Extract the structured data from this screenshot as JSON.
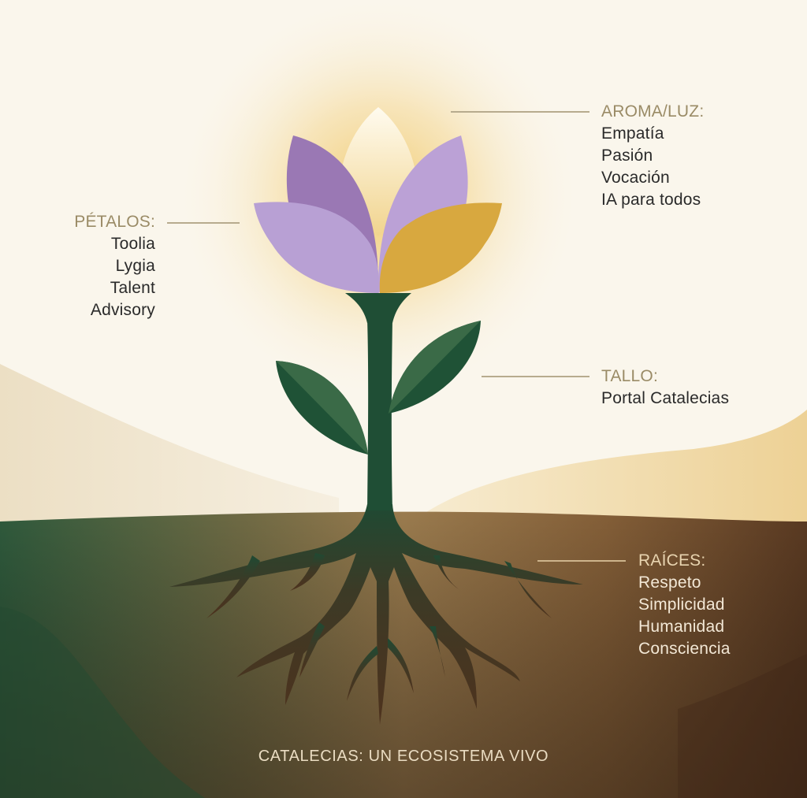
{
  "diagram": {
    "title": "CATALECIAS: UN ECOSISTEMA VIVO",
    "colors": {
      "background": "#faf6ec",
      "glow": "#f3d38a",
      "petal_dark_purple": "#9a78b4",
      "petal_light_purple": "#b9a1d4",
      "petal_gold": "#d8a83f",
      "bud_center": "#fdf7e3",
      "stem_green": "#1f4e35",
      "leaf_light": "#3f6e4a",
      "soil_brown": "#8a6a42",
      "soil_dark": "#4a2f1c",
      "label_title": "#9a8b66",
      "label_text": "#2a2a2a"
    },
    "sections": {
      "aroma": {
        "title": "AROMA/LUZ:",
        "items": [
          "Empatía",
          "Pasión",
          "Vocación",
          "IA para todos"
        ]
      },
      "petalos": {
        "title": "PÉTALOS:",
        "items": [
          "Toolia",
          "Lygia",
          "Talent",
          "Advisory"
        ]
      },
      "tallo": {
        "title": "TALLO:",
        "items": [
          "Portal Catalecias"
        ]
      },
      "raices": {
        "title": "RAÍCES:",
        "items": [
          "Respeto",
          "Simplicidad",
          "Humanidad",
          "Consciencia"
        ]
      }
    }
  }
}
